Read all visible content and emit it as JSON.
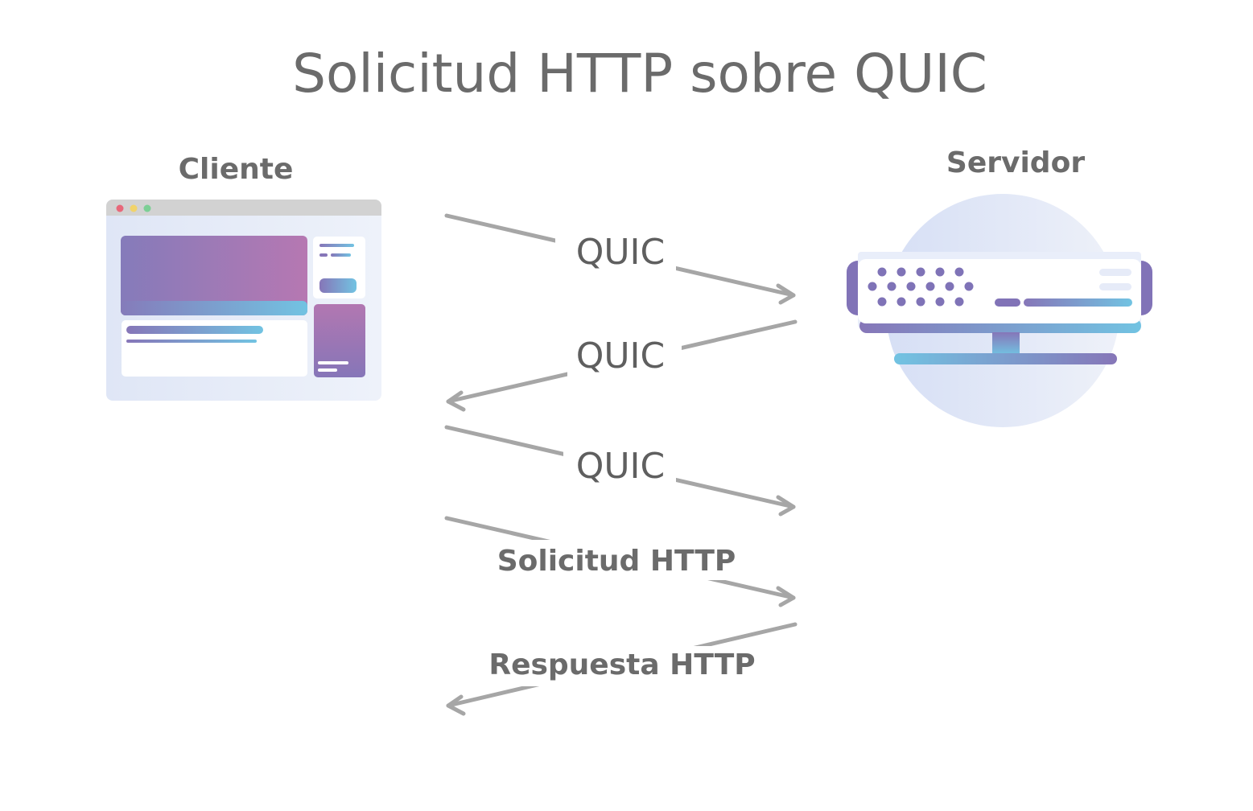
{
  "title": "Solicitud HTTP sobre QUIC",
  "client": {
    "label": "Cliente",
    "icon": "browser-window-icon"
  },
  "server": {
    "label": "Servidor",
    "icon": "server-rack-icon"
  },
  "messages": [
    {
      "label": "QUIC",
      "direction": "client-to-server"
    },
    {
      "label": "QUIC",
      "direction": "server-to-client"
    },
    {
      "label": "QUIC",
      "direction": "client-to-server"
    },
    {
      "label": "Solicitud HTTP",
      "direction": "client-to-server"
    },
    {
      "label": "Respuesta HTTP",
      "direction": "server-to-client"
    }
  ],
  "colors": {
    "text": "#6b6b6b",
    "arrow": "#a6a6a6",
    "client_line_top": "#72c3e2",
    "client_line_bottom": "#8676b8",
    "server_line_top": "#b978b4",
    "server_line_bottom": "#8676b8",
    "purple": "#7f73b7",
    "pink": "#b577b0",
    "blue": "#72c3e2"
  }
}
